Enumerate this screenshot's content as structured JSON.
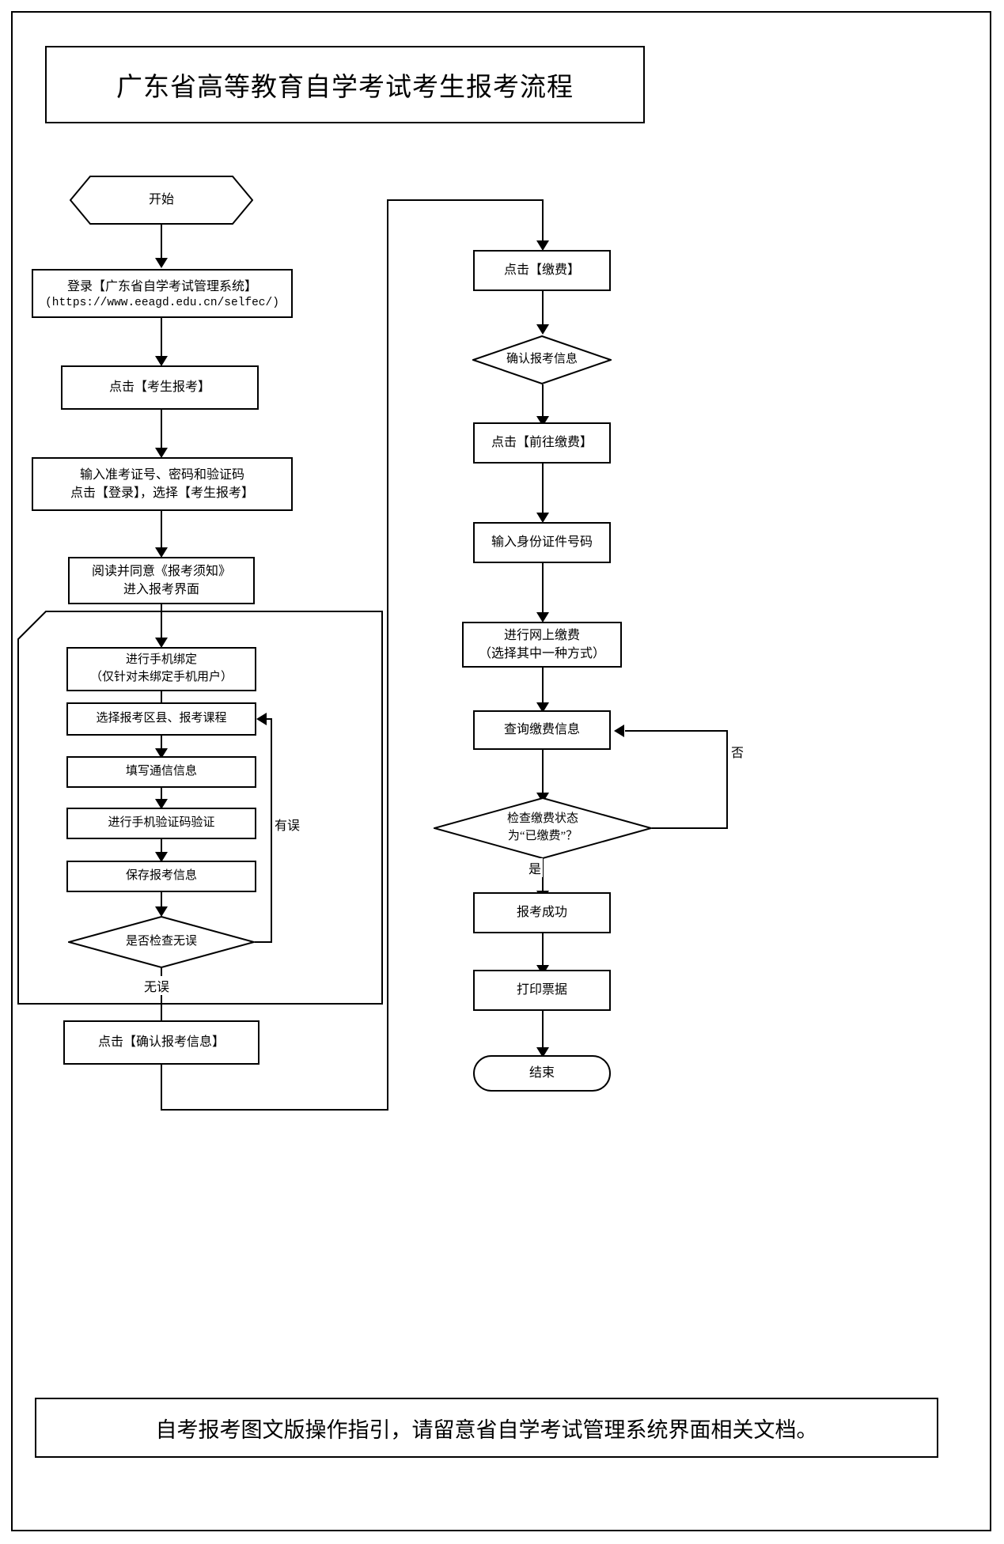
{
  "document": {
    "title": "广东省高等教育自学考试考生报考流程",
    "footer_note": "自考报考图文版操作指引，请留意省自学考试管理系统界面相关文档。"
  },
  "chart_data": {
    "type": "diagram",
    "title": "广东省高等教育自学考试考生报考流程",
    "left_column": {
      "start": "开始",
      "login_line1": "登录【广东省自学考试管理系统】",
      "login_line2": "(https://www.eeagd.edu.cn/selfec/)",
      "step_apply": "点击【考生报考】",
      "step_credentials_line1": "输入准考证号、密码和验证码",
      "step_credentials_line2": "点击【登录】，选择【考生报考】",
      "step_notice_line1": "阅读并同意《报考须知》",
      "step_notice_line2": "进入报考界面",
      "loop_steps": [
        {
          "line1": "进行手机绑定",
          "line2": "（仅针对未绑定手机用户）"
        },
        {
          "line1": "选择报考区县、报考课程",
          "line2": ""
        },
        {
          "line1": "填写通信信息",
          "line2": ""
        },
        {
          "line1": "进行手机验证码验证",
          "line2": ""
        },
        {
          "line1": "保存报考信息",
          "line2": ""
        }
      ],
      "decision_check": "是否检查无误",
      "edge_error": "有误",
      "edge_ok": "无误",
      "step_confirm": "点击【确认报考信息】"
    },
    "right_column": {
      "step_pay": "点击【缴费】",
      "decision_confirm_info": "确认报考信息",
      "step_goto_pay": "点击【前往缴费】",
      "step_id_number": "输入身份证件号码",
      "step_online_pay_line1": "进行网上缴费",
      "step_online_pay_line2": "（选择其中一种方式）",
      "step_query_pay": "查询缴费信息",
      "decision_pay_status_line1": "检查缴费状态",
      "decision_pay_status_line2": "为“已缴费”？",
      "edge_no": "否",
      "edge_yes": "是",
      "step_success": "报考成功",
      "step_print": "打印票据",
      "end": "结束"
    }
  },
  "colors": {
    "line": "#000000",
    "background": "#ffffff"
  }
}
